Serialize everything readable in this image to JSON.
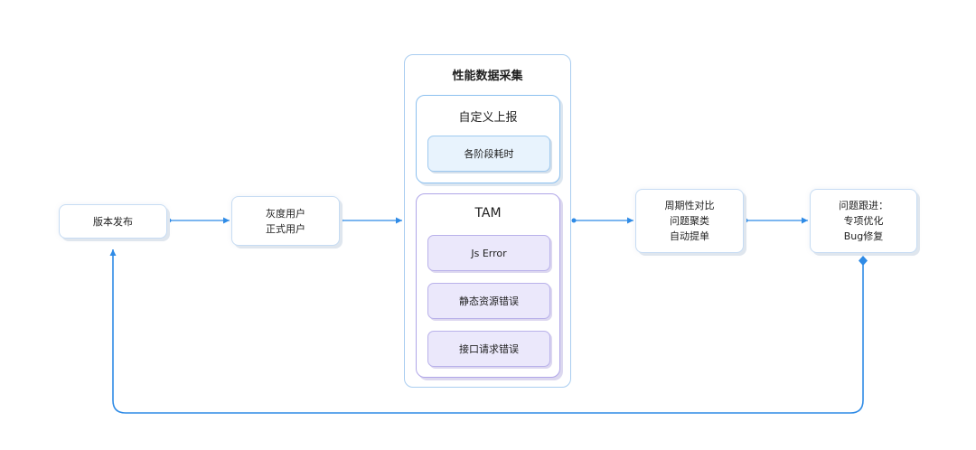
{
  "nodes": {
    "release": {
      "label": "版本发布"
    },
    "users": {
      "lines": [
        "灰度用户",
        "正式用户"
      ]
    },
    "collection": {
      "title": "性能数据采集",
      "custom_report": {
        "title": "自定义上报",
        "items": [
          "各阶段耗时"
        ]
      },
      "tam": {
        "title": "TAM",
        "items": [
          "Js Error",
          "静态资源错误",
          "接口请求错误"
        ]
      }
    },
    "compare": {
      "lines": [
        "周期性对比",
        "问题聚类",
        "自动提单"
      ]
    },
    "track": {
      "lines": [
        "问题跟进：",
        "专项优化",
        "Bug修复"
      ]
    }
  },
  "colors": {
    "connector": "#2f8be6",
    "custom_border": "#8cc0ef",
    "tam_border": "#b0a6e8",
    "outer_border": "#a9cdf0"
  }
}
